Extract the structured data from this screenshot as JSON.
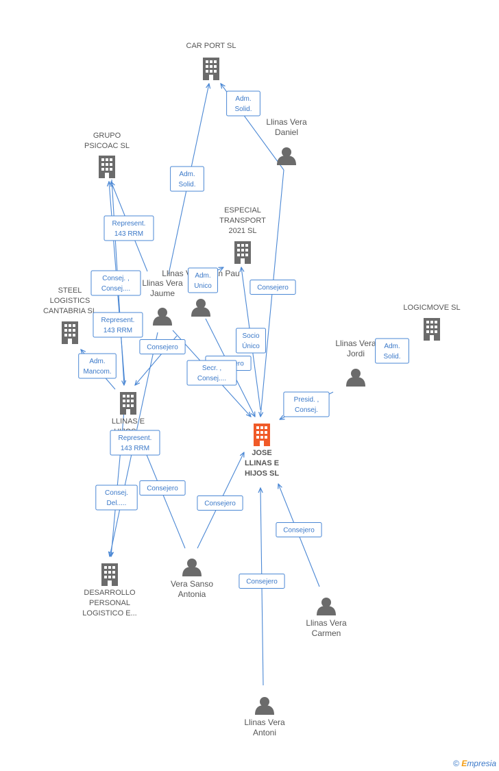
{
  "colors": {
    "edge": "#4a87d4",
    "building": "#6b6b6b",
    "main_building": "#f05a28",
    "person": "#6b6b6b",
    "label_text": "#555555",
    "box_text": "#3a78c8"
  },
  "companies": [
    {
      "id": "carport",
      "lines": [
        "CAR PORT SL"
      ]
    },
    {
      "id": "psicoac",
      "lines": [
        "GRUPO",
        "PSICOAC SL"
      ]
    },
    {
      "id": "especial",
      "lines": [
        "ESPECIAL",
        "TRANSPORT",
        "2021  SL"
      ]
    },
    {
      "id": "steel",
      "lines": [
        "STEEL",
        "LOGISTICS",
        "CANTABRIA  SL"
      ]
    },
    {
      "id": "logicmove",
      "lines": [
        "LOGICMOVE  SL"
      ]
    },
    {
      "id": "llinas",
      "lines": [
        "LLINAS E",
        "HIJOS..."
      ]
    },
    {
      "id": "jose",
      "lines": [
        "JOSE",
        "LLINAS E",
        "HIJOS SL"
      ],
      "main": true
    },
    {
      "id": "desarrollo",
      "lines": [
        "DESARROLLO",
        "PERSONAL",
        "LOGISTICO E..."
      ]
    }
  ],
  "persons": [
    {
      "id": "daniel",
      "lines": [
        "Llinas Vera",
        "Daniel"
      ]
    },
    {
      "id": "jaume",
      "lines": [
        "Llinas Vera",
        "Jaume"
      ]
    },
    {
      "id": "llinas2",
      "lines": [
        "Llinas Vera Joan Pau"
      ]
    },
    {
      "id": "jordi",
      "lines": [
        "Llinas Vera",
        "Jordi"
      ]
    },
    {
      "id": "antonia",
      "lines": [
        "Vera Sanso",
        "Antonia"
      ]
    },
    {
      "id": "carmen",
      "lines": [
        "Llinas Vera",
        "Carmen"
      ]
    },
    {
      "id": "antoni",
      "lines": [
        "Llinas Vera",
        "Antoni"
      ]
    }
  ],
  "edges": [
    {
      "from": "daniel",
      "to": "carport",
      "label": [
        "Adm.",
        "Solid."
      ]
    },
    {
      "from": "jaume",
      "to": "carport",
      "label": [
        "Adm.",
        "Solid."
      ]
    },
    {
      "from": "jaume",
      "to": "psicoac",
      "label": [
        "Represent.",
        "143 RRM"
      ]
    },
    {
      "from": "llinas",
      "to": "psicoac",
      "label": [
        "Consej. ,",
        "Consej...."
      ]
    },
    {
      "from": "llinas2",
      "to": "especial",
      "label": [
        "Adm.",
        "Unico"
      ]
    },
    {
      "from": "daniel",
      "to": "jose",
      "label": [
        "Consejero"
      ]
    },
    {
      "from": "jose_src",
      "to": "especial",
      "label": [
        "Socio",
        "Único"
      ]
    },
    {
      "from": "jordi",
      "to": "logicmove",
      "label": [
        "Adm.",
        "Solid."
      ]
    },
    {
      "from": "llinas",
      "to": "steel",
      "label": [
        "Adm.",
        "Mancom."
      ]
    },
    {
      "from": "psicoac_src",
      "to": "llinas",
      "label": [
        "Represent.",
        "143 RRM"
      ]
    },
    {
      "from": "jaume",
      "to": "llinas",
      "label": [
        "Consejero"
      ]
    },
    {
      "from": "llinas2",
      "to": "jose",
      "label": [
        "Consejero"
      ]
    },
    {
      "from": "jaume",
      "to": "jose",
      "label": [
        "Secr. ,",
        "Consej...."
      ]
    },
    {
      "from": "jordi",
      "to": "jose",
      "label": [
        "Presid. ,",
        "Consej."
      ]
    },
    {
      "from": "jaume",
      "to": "desarrollo",
      "label": [
        "Represent.",
        "143 RRM"
      ]
    },
    {
      "from": "llinas",
      "to": "desarrollo",
      "label": [
        "Consej.",
        "Del....."
      ]
    },
    {
      "from": "antonia",
      "to": "llinas",
      "label": [
        "Consejero"
      ]
    },
    {
      "from": "antonia",
      "to": "jose",
      "label": [
        "Consejero"
      ]
    },
    {
      "from": "carmen",
      "to": "jose",
      "label": [
        "Consejero"
      ]
    },
    {
      "from": "antoni",
      "to": "jose",
      "label": [
        "Consejero"
      ]
    }
  ],
  "watermark": {
    "copyright": "©",
    "brand_e": "E",
    "brand_rest": "mpresia"
  }
}
